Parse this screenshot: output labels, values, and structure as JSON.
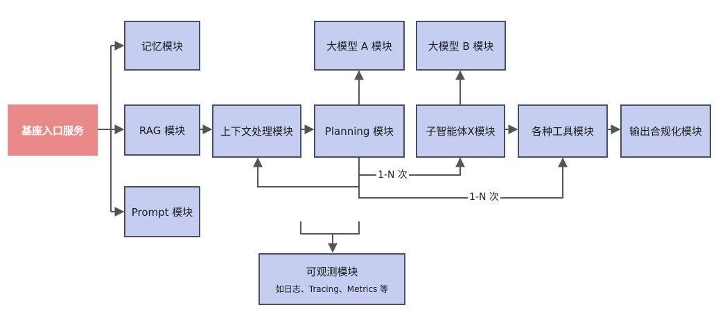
{
  "nodes": {
    "entry": "基座入口服务",
    "memory": "记忆模块",
    "rag": "RAG 模块",
    "prompt": "Prompt 模块",
    "context": "上下文处理模块",
    "planning": "Planning 模块",
    "model_a": "大模型 A 模块",
    "model_b": "大模型 B 模块",
    "subagent": "子智能体X模块",
    "tools": "各种工具模块",
    "compliance": "输出合规化模块",
    "observability": {
      "title": "可观测模块",
      "subtitle": "如日志、Tracing、Metrics 等"
    }
  },
  "edge_labels": {
    "loop_subagent": "1-N 次",
    "loop_tools": "1-N 次"
  },
  "colors": {
    "box_fill": "#c5cdf0",
    "box_border": "#4a4e63",
    "entry_fill": "#e88a8a",
    "arrow": "#555555"
  }
}
